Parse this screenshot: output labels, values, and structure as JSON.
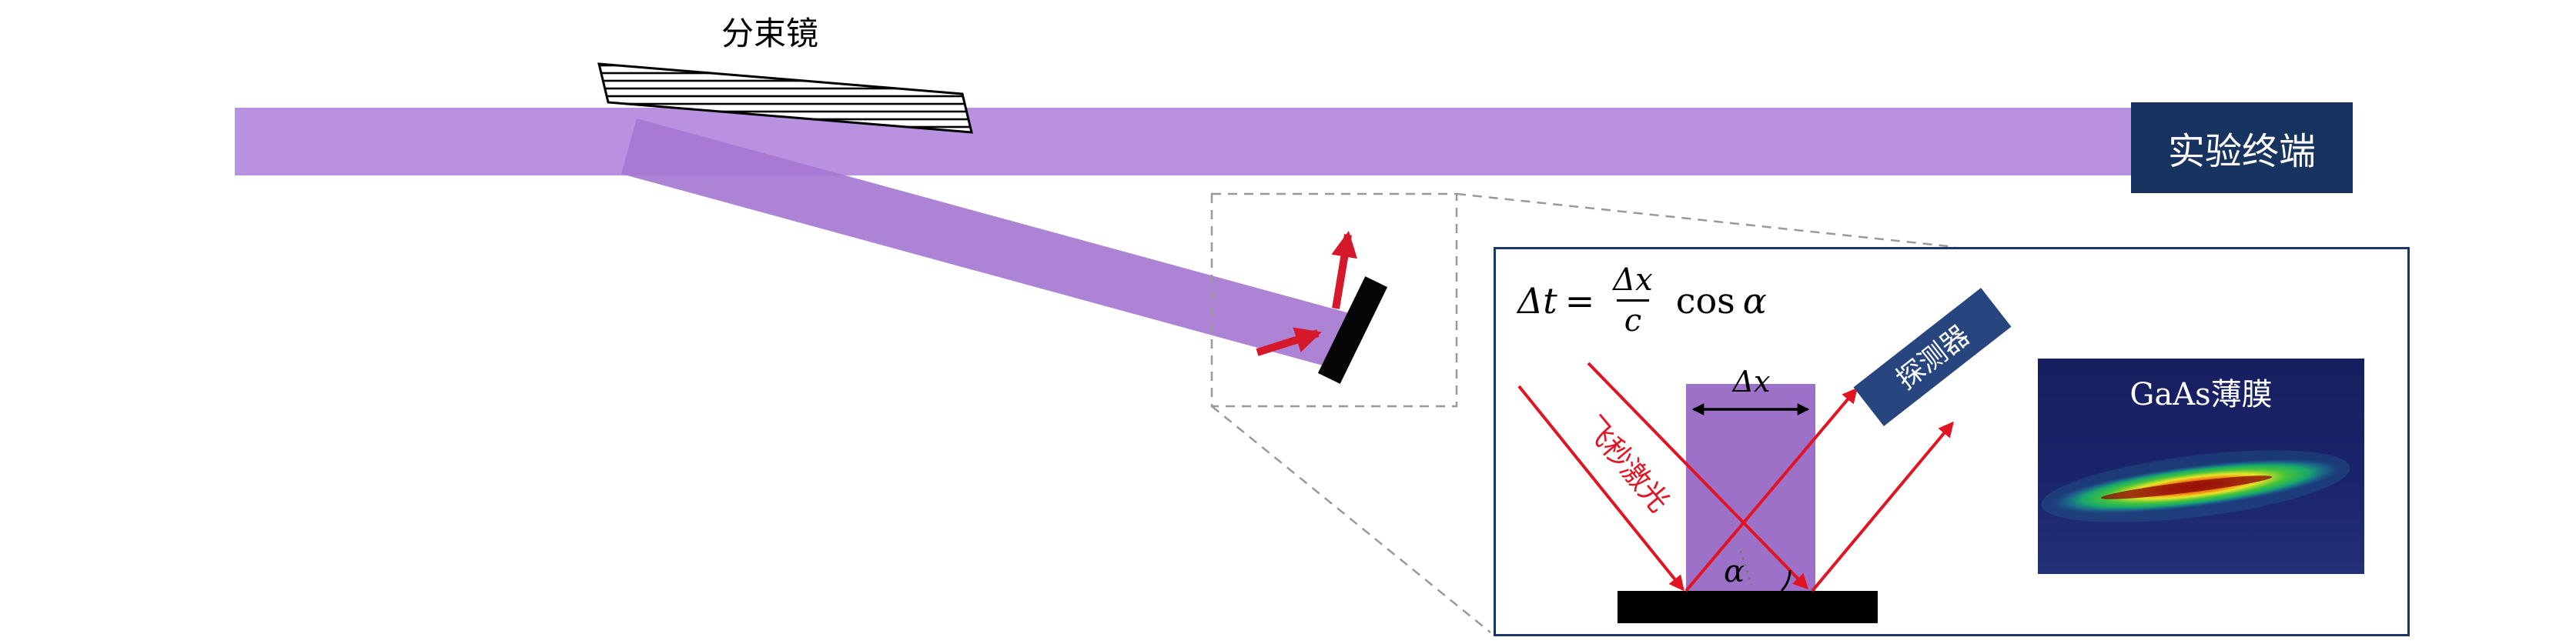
{
  "diagram": {
    "beam_splitter_label": "分束镜",
    "terminal_label": "实验终端"
  },
  "inset": {
    "formula": {
      "delta_t": "Δt",
      "equals": "=",
      "numerator": "Δx",
      "denominator": "c",
      "cos": "cos",
      "alpha": "α"
    },
    "delta_x_label": "Δx",
    "alpha_label": "α",
    "laser_label": "飞秒激光",
    "detector_label": "探测器",
    "gaas_label": "GaAs薄膜"
  },
  "colors": {
    "beam": "#b892e0",
    "beam_dark": "#a678d2",
    "navy": "#17335f",
    "detector_navy": "#27457f",
    "laser_red": "#e11423",
    "arrow_red": "#d6182b",
    "inset_border": "#1a3668",
    "gaas_bg": "#18246b"
  }
}
